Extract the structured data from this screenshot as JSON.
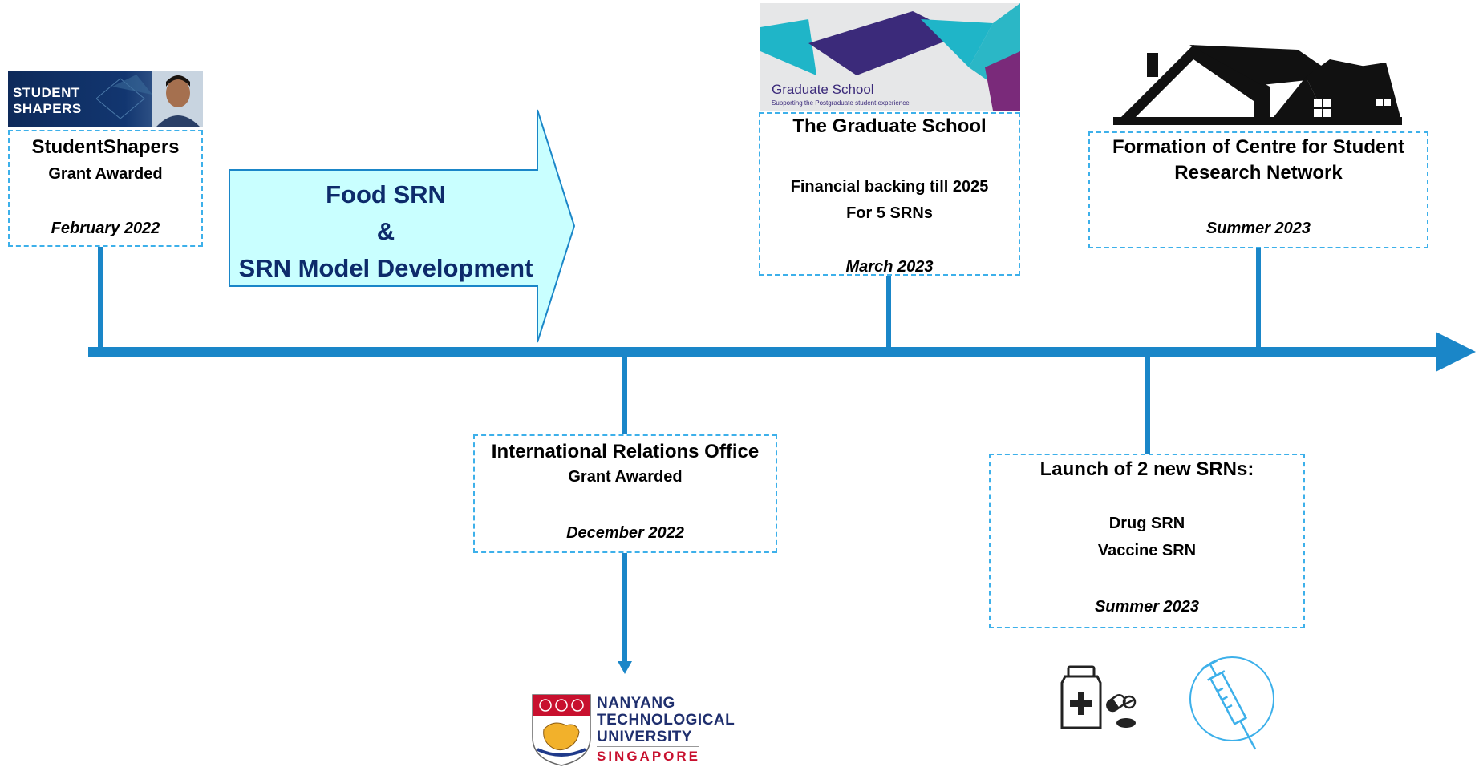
{
  "colors": {
    "timeline": "#1a86c8",
    "box_border": "#3db0ea",
    "arrow_fill": "#c9ffff",
    "arrow_text": "#0d2b6b"
  },
  "events": {
    "studentshapers": {
      "title": "StudentShapers",
      "subtitle": "Grant Awarded",
      "date": "February 2022",
      "logo_line1": "STUDENT",
      "logo_line2": "SHAPERS"
    },
    "food_srn": {
      "line1": "Food SRN",
      "line2": "&",
      "line3": "SRN Model Development"
    },
    "iro": {
      "title": "International Relations Office",
      "subtitle": "Grant Awarded",
      "date": "December 2022"
    },
    "graduate_school": {
      "title": "The Graduate School",
      "line1": "Financial backing till 2025",
      "line2": "For 5 SRNs",
      "date": "March 2023",
      "banner_title": "Graduate School",
      "banner_sub": "Supporting the Postgraduate student experience"
    },
    "new_srns": {
      "title": "Launch of 2 new SRNs:",
      "item1": "Drug SRN",
      "item2": "Vaccine SRN",
      "date": "Summer 2023"
    },
    "centre": {
      "title_line1": "Formation of Centre for Student",
      "title_line2": "Research Network",
      "date": "Summer 2023"
    }
  },
  "ntu_logo": {
    "line1": "NANYANG",
    "line2": "TECHNOLOGICAL",
    "line3": "UNIVERSITY",
    "line4": "SINGAPORE"
  },
  "icons": [
    "medicine-bottle-icon",
    "pills-icon",
    "syringe-icon",
    "house-icon"
  ]
}
